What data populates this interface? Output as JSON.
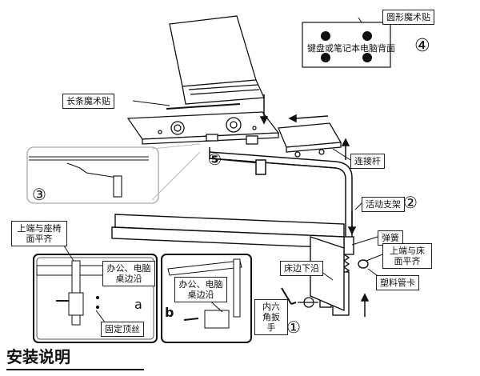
{
  "labels": {
    "round_velcro": "圆形魔术贴",
    "kb_laptop_back": "键盘或笔记本电脑背面",
    "long_velcro": "长条魔术贴",
    "connecting_rod": "连接杆",
    "movable_bracket": "活动支架",
    "spring": "弹簧",
    "top_level_with_bed": "上端与床面平齐",
    "bed_edge_down": "床边下沿",
    "hex_wrench": "内六角扳手",
    "plastic_pipe_clip": "塑料管卡",
    "top_level_with_seat": "上端与座椅面平齐",
    "office_desk_edge_a": "办公、电脑桌边沿",
    "office_desk_edge_b": "办公、电脑桌边沿",
    "fixing_screw": "固定顶丝"
  },
  "markers": {
    "n1": "①",
    "n2": "②",
    "n3": "③",
    "n4": "④",
    "n5": "⑤",
    "a": "a",
    "b": "b"
  },
  "title": "安装说明"
}
